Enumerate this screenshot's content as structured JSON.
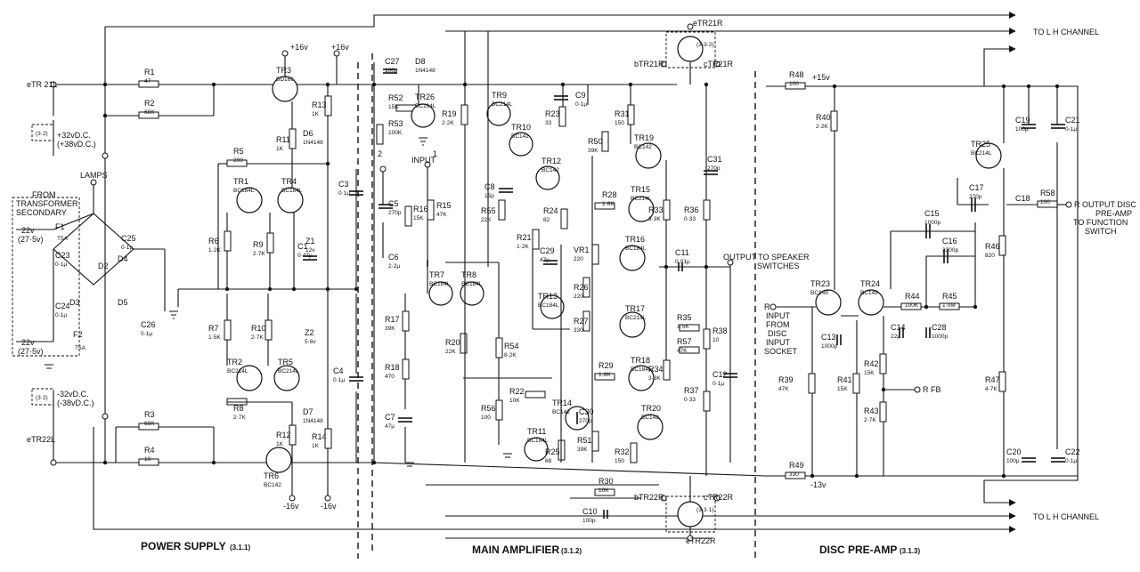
{
  "sections": {
    "power_supply": "POWER SUPPLY",
    "power_supply_ref": "(3.1.1)",
    "main_amplifier": "MAIN AMPLIFIER",
    "main_amplifier_ref": "(3.1.2)",
    "disc_preamp": "DISC PRE-AMP",
    "disc_preamp_ref": "(3.1.3)"
  },
  "connections": {
    "to_lh_channel_top": "TO L H CHANNEL",
    "to_lh_channel_bottom": "TO L H CHANNEL",
    "output_speaker_1": "OUTPUT TO SPEAKER",
    "output_speaker_2": "SWITCHES",
    "output_disc_1": "R  OUTPUT DISC",
    "output_disc_2": "PRE-AMP",
    "output_disc_3": "TO FUNCTION",
    "output_disc_4": "SWITCH",
    "input_1": "R",
    "input_2": "INPUT",
    "input_3": "FROM",
    "input_4": "DISC",
    "input_5": "INPUT",
    "input_6": "SOCKET",
    "rfb": "R FB",
    "lamps": "LAMPS",
    "from_1": "FROM",
    "from_2": "TRANSFORMER",
    "from_3": "SECONDARY",
    "input_main": "INPUT",
    "input_pin_2": "2",
    "input_pin_1": "1"
  },
  "terminals": {
    "etr21l": "eTR 21L",
    "etr22l": "eTR22L",
    "etr21r": "eTR21R",
    "btr21r": "bTR21R",
    "ctr21r": "cTR21R",
    "btr22r": "bTR22R",
    "ctr22r": "cTR22R",
    "etr22r": "eTR22R",
    "tr21r_ref": "(3·3·2)",
    "tr22r_ref": "(3·3·1)",
    "link_ref_top": "(3·2)",
    "link_ref_bottom": "(3·2)"
  },
  "rails": {
    "p16a": "+16v",
    "p16b": "+16v",
    "m16a": "-16v",
    "m16b": "-16v",
    "p32_1": "+32vD.C.",
    "p32_2": "(+38vD.C.)",
    "m32_1": "-32vD.C.",
    "m32_2": "(-38vD.C.)",
    "p15": "+15v",
    "m13": "-13v"
  },
  "transformer": {
    "f1": "F1",
    "f2": "F2",
    "f1_rating": "T5A",
    "f2_rating": "T5A",
    "v_top_1": "22v",
    "v_top_2": "(27·5v)",
    "v_bot_1": "22v",
    "v_bot_2": "(27·5v)"
  },
  "components": [
    {
      "ref": "R1",
      "value": "47"
    },
    {
      "ref": "R2",
      "value": "68K"
    },
    {
      "ref": "R3",
      "value": "68K"
    },
    {
      "ref": "R4",
      "value": "10"
    },
    {
      "ref": "R5",
      "value": "390"
    },
    {
      "ref": "R6",
      "value": "1·2K"
    },
    {
      "ref": "R7",
      "value": "1·5K"
    },
    {
      "ref": "R8",
      "value": "2·7K"
    },
    {
      "ref": "R9",
      "value": "2·7K"
    },
    {
      "ref": "R10",
      "value": "2·7K"
    },
    {
      "ref": "R11",
      "value": "1K"
    },
    {
      "ref": "R12",
      "value": "1K"
    },
    {
      "ref": "R13",
      "value": "1K"
    },
    {
      "ref": "R14",
      "value": "1K"
    },
    {
      "ref": "TR1",
      "value": "BC184L"
    },
    {
      "ref": "TR2",
      "value": "BC214L"
    },
    {
      "ref": "TR3",
      "value": "BD166"
    },
    {
      "ref": "TR4",
      "value": "BC184L"
    },
    {
      "ref": "TR5",
      "value": "BC214L"
    },
    {
      "ref": "TR6",
      "value": "BC142"
    },
    {
      "ref": "C1",
      "value": "0·47µ"
    },
    {
      "ref": "C3",
      "value": "0·1µ"
    },
    {
      "ref": "C4",
      "value": "0·1µ"
    },
    {
      "ref": "C23",
      "value": "0·1µ"
    },
    {
      "ref": "C24",
      "value": "0·1µ"
    },
    {
      "ref": "C25",
      "value": "0·1µ"
    },
    {
      "ref": "C26",
      "value": "0·1µ"
    },
    {
      "ref": "D2",
      "value": ""
    },
    {
      "ref": "D3",
      "value": ""
    },
    {
      "ref": "D4",
      "value": ""
    },
    {
      "ref": "D5",
      "value": ""
    },
    {
      "ref": "D6",
      "value": "1N4148"
    },
    {
      "ref": "D7",
      "value": "1N4148"
    },
    {
      "ref": "Z1",
      "value": "12v"
    },
    {
      "ref": "Z2",
      "value": "5·6v"
    },
    {
      "ref": "C27",
      "value": "100p"
    },
    {
      "ref": "D8",
      "value": "1N4148"
    },
    {
      "ref": "R52",
      "value": "15K"
    },
    {
      "ref": "R53",
      "value": "100K"
    },
    {
      "ref": "TR26",
      "value": "BC184L"
    },
    {
      "ref": "R19",
      "value": "2·2K"
    },
    {
      "ref": "TR9",
      "value": "BC214L"
    },
    {
      "ref": "TR10",
      "value": "BC142"
    },
    {
      "ref": "R23",
      "value": "33"
    },
    {
      "ref": "C9",
      "value": "0·1µ"
    },
    {
      "ref": "C5",
      "value": "270p"
    },
    {
      "ref": "R16",
      "value": "15K"
    },
    {
      "ref": "R15",
      "value": "47K"
    },
    {
      "ref": "R55",
      "value": "22K"
    },
    {
      "ref": "C8",
      "value": "15p"
    },
    {
      "ref": "TR12",
      "value": "BC142"
    },
    {
      "ref": "R24",
      "value": "82"
    },
    {
      "ref": "R31",
      "value": "150"
    },
    {
      "ref": "R50",
      "value": "39K"
    },
    {
      "ref": "TR19",
      "value": "BC142"
    },
    {
      "ref": "C31",
      "value": "270p"
    },
    {
      "ref": "R28",
      "value": "1·8K"
    },
    {
      "ref": "TR15",
      "value": "BC214L"
    },
    {
      "ref": "R33",
      "value": "3·3K"
    },
    {
      "ref": "R36",
      "value": "0·33"
    },
    {
      "ref": "R21",
      "value": "1·2K"
    },
    {
      "ref": "VR1",
      "value": "220"
    },
    {
      "ref": "C29",
      "value": "47µ"
    },
    {
      "ref": "TR16",
      "value": "BC184L"
    },
    {
      "ref": "C11",
      "value": "0·01µ"
    },
    {
      "ref": "C6",
      "value": "2·2µ"
    },
    {
      "ref": "TR7",
      "value": "BC184L"
    },
    {
      "ref": "TR8",
      "value": "BC184L"
    },
    {
      "ref": "R26",
      "value": "220"
    },
    {
      "ref": "TR13",
      "value": "BC184L"
    },
    {
      "ref": "R27",
      "value": "330"
    },
    {
      "ref": "TR17",
      "value": "BC214L"
    },
    {
      "ref": "R35",
      "value": "1·5K"
    },
    {
      "ref": "R57",
      "value": "47K"
    },
    {
      "ref": "R38",
      "value": "10"
    },
    {
      "ref": "R17",
      "value": "39K"
    },
    {
      "ref": "R20",
      "value": "22K"
    },
    {
      "ref": "R54",
      "value": "8·2K"
    },
    {
      "ref": "R18",
      "value": "470"
    },
    {
      "ref": "R29",
      "value": "1·8K"
    },
    {
      "ref": "TR18",
      "value": "BC184L"
    },
    {
      "ref": "R34",
      "value": "3·3K"
    },
    {
      "ref": "C12",
      "value": "0·1µ"
    },
    {
      "ref": "R37",
      "value": "0·33"
    },
    {
      "ref": "C7",
      "value": "47µ"
    },
    {
      "ref": "R56",
      "value": "100"
    },
    {
      "ref": "R22",
      "value": "10K"
    },
    {
      "ref": "TR14",
      "value": "BC142"
    },
    {
      "ref": "C30",
      "value": "270p"
    },
    {
      "ref": "TR20",
      "value": "BC142"
    },
    {
      "ref": "TR11",
      "value": "BC184L"
    },
    {
      "ref": "R25",
      "value": "68"
    },
    {
      "ref": "R51",
      "value": "39K"
    },
    {
      "ref": "R32",
      "value": "150"
    },
    {
      "ref": "R30",
      "value": "10K"
    },
    {
      "ref": "C10",
      "value": "100p"
    },
    {
      "ref": "R48",
      "value": "100"
    },
    {
      "ref": "R40",
      "value": "2·2K"
    },
    {
      "ref": "C19",
      "value": "100µ"
    },
    {
      "ref": "C21",
      "value": "0·1µ"
    },
    {
      "ref": "TR25",
      "value": "BC214L"
    },
    {
      "ref": "C17",
      "value": "270p"
    },
    {
      "ref": "C18",
      "value": ""
    },
    {
      "ref": "R58",
      "value": "100"
    },
    {
      "ref": "C15",
      "value": "1000p"
    },
    {
      "ref": "C16",
      "value": "3300p"
    },
    {
      "ref": "R46",
      "value": "820"
    },
    {
      "ref": "TR23",
      "value": "BC149"
    },
    {
      "ref": "TR24",
      "value": "BC149"
    },
    {
      "ref": "R44",
      "value": "100K"
    },
    {
      "ref": "R45",
      "value": "1·0M"
    },
    {
      "ref": "C13",
      "value": "1000p"
    },
    {
      "ref": "C14",
      "value": "22µ"
    },
    {
      "ref": "C28",
      "value": "1000p"
    },
    {
      "ref": "R42",
      "value": "15K"
    },
    {
      "ref": "R39",
      "value": "47K"
    },
    {
      "ref": "R41",
      "value": "15K"
    },
    {
      "ref": "R43",
      "value": "2·7K"
    },
    {
      "ref": "R47",
      "value": "4·7K"
    },
    {
      "ref": "C20",
      "value": "100µ"
    },
    {
      "ref": "C22",
      "value": "0·1µ"
    },
    {
      "ref": "R49",
      "value": "330"
    },
    {
      "ref": "F1",
      "value": "T5A"
    },
    {
      "ref": "F2",
      "value": "T5A"
    }
  ]
}
